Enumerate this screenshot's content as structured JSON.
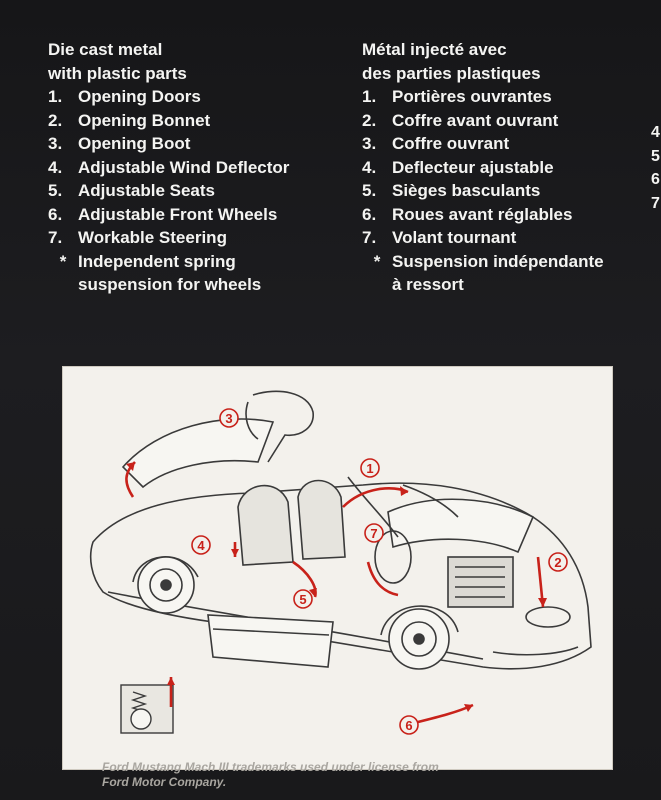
{
  "english": {
    "heading": [
      "Die cast metal",
      "with plastic parts"
    ],
    "features": [
      {
        "num": "1.",
        "text": "Opening Doors"
      },
      {
        "num": "2.",
        "text": "Opening Bonnet"
      },
      {
        "num": "3.",
        "text": "Opening Boot"
      },
      {
        "num": "4.",
        "text": "Adjustable Wind Deflector"
      },
      {
        "num": "5.",
        "text": "Adjustable Seats"
      },
      {
        "num": "6.",
        "text": "Adjustable Front Wheels"
      },
      {
        "num": "7.",
        "text": "Workable Steering"
      }
    ],
    "note_marker": "*",
    "note": [
      "Independent spring",
      "suspension for wheels"
    ]
  },
  "french": {
    "heading": [
      "Métal injecté avec",
      "des parties plastiques"
    ],
    "features": [
      {
        "num": "1.",
        "text": "Portières ouvrantes"
      },
      {
        "num": "2.",
        "text": "Coffre avant ouvrant"
      },
      {
        "num": "3.",
        "text": "Coffre ouvrant"
      },
      {
        "num": "4.",
        "text": "Deflecteur ajustable"
      },
      {
        "num": "5.",
        "text": "Sièges basculants"
      },
      {
        "num": "6.",
        "text": "Roues avant réglables"
      },
      {
        "num": "7.",
        "text": "Volant tournant"
      }
    ],
    "note_marker": "*",
    "note": [
      "Suspension indépendante",
      "à ressort"
    ]
  },
  "edge_digits": [
    "4",
    "5",
    "6",
    "7"
  ],
  "diagram": {
    "callouts": [
      "1",
      "2",
      "3",
      "4",
      "5",
      "6",
      "7"
    ],
    "accent_color": "#c8221a"
  },
  "footer": [
    "Ford Mustang Mach III trademarks used under license from",
    "Ford Motor Company."
  ]
}
